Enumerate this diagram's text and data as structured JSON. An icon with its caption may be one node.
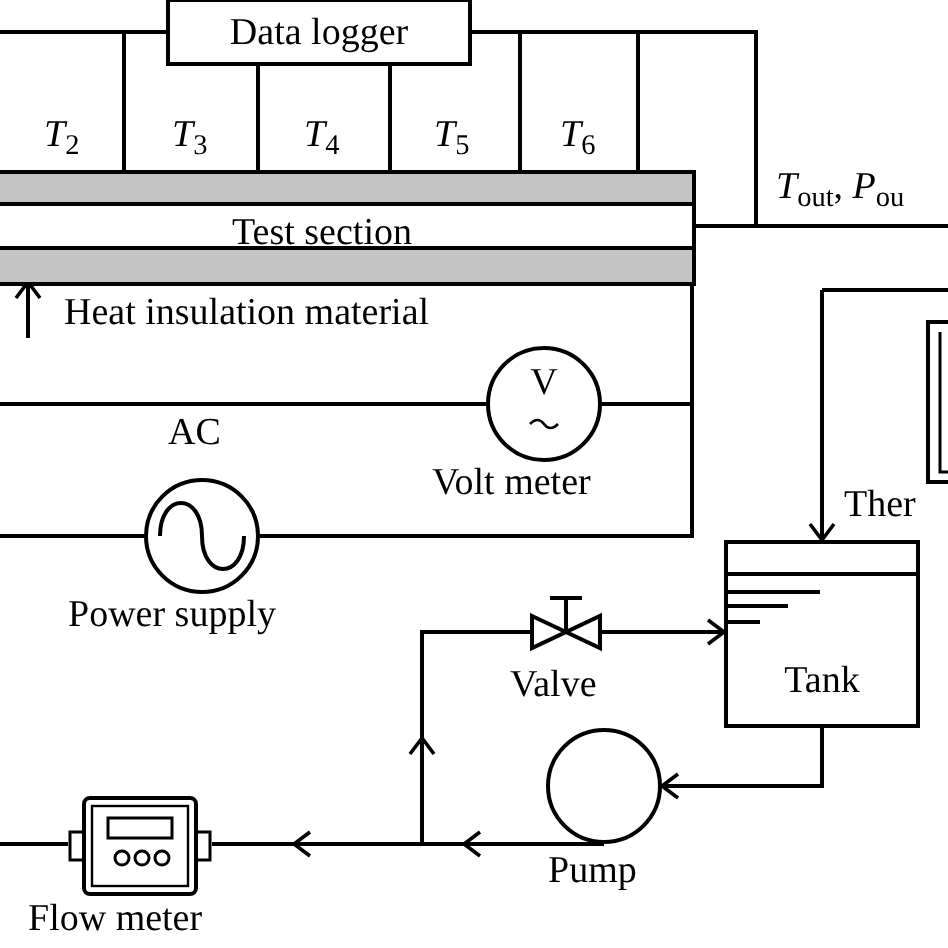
{
  "diagram": {
    "nodes": [
      {
        "text": [
          "Data logger"
        ]
      },
      {
        "text": [
          "Test section"
        ]
      },
      {
        "text": [],
        "shape": "bar",
        "in": 1
      },
      {
        "text": [],
        "shape": "bar",
        "in": 1
      },
      {
        "text": [
          "Heat insulation material"
        ]
      },
      {
        "text": [
          "V"
        ],
        "beside": [
          "Volt meter"
        ]
      },
      {
        "text": [],
        "shape": "circle",
        "beside": [
          "AC",
          "Power supply"
        ]
      },
      {
        "text": [
          "Tank"
        ]
      },
      {
        "text": [],
        "shape": "box",
        "beside": [
          "Ther"
        ]
      },
      {
        "text": [],
        "shape": "valve",
        "beside": [
          "Valve"
        ]
      },
      {
        "text": [],
        "shape": "circle",
        "beside": [
          "Pump"
        ]
      },
      {
        "text": [],
        "shape": "picture",
        "beside": [
          "Flow meter"
        ]
      }
    ],
    "edges": [
      {
        "from": 0,
        "to": 1,
        "arrow": "none"
      },
      {
        "from": 0,
        "to": 1,
        "arrow": "none"
      },
      {
        "from": 0,
        "to": 1,
        "arrow": "none"
      },
      {
        "from": 0,
        "to": 1,
        "arrow": "none"
      },
      {
        "from": 0,
        "to": 1,
        "arrow": "none"
      },
      {
        "from": 0,
        "to": 1,
        "arrow": "none"
      },
      {
        "from": 1,
        "to": null,
        "arrow": "none"
      },
      {
        "from": 4,
        "to": 3,
        "arrow": "to"
      },
      {
        "from": 3,
        "to": 5,
        "arrow": "none"
      },
      {
        "from": 5,
        "to": 6,
        "arrow": "none"
      },
      {
        "from": 5,
        "to": null,
        "arrow": "none"
      },
      {
        "from": 6,
        "to": null,
        "arrow": "none"
      },
      {
        "from": null,
        "to": 7,
        "arrow": "to"
      },
      {
        "from": 9,
        "to": 7,
        "arrow": "to"
      },
      {
        "from": 7,
        "to": 10,
        "arrow": "to"
      },
      {
        "from": 10,
        "to": 9,
        "arrow": "to"
      },
      {
        "from": 10,
        "to": 11,
        "arrow": "to"
      },
      {
        "from": 11,
        "to": null,
        "arrow": "none"
      }
    ],
    "labels": [
      "*T*$_{2}$",
      "*T*$_{3}$",
      "*T*$_{4}$",
      "*T*$_{5}$",
      "*T*$_{6}$",
      "*T*$_{out}$, *P*$_{ou}$"
    ]
  }
}
